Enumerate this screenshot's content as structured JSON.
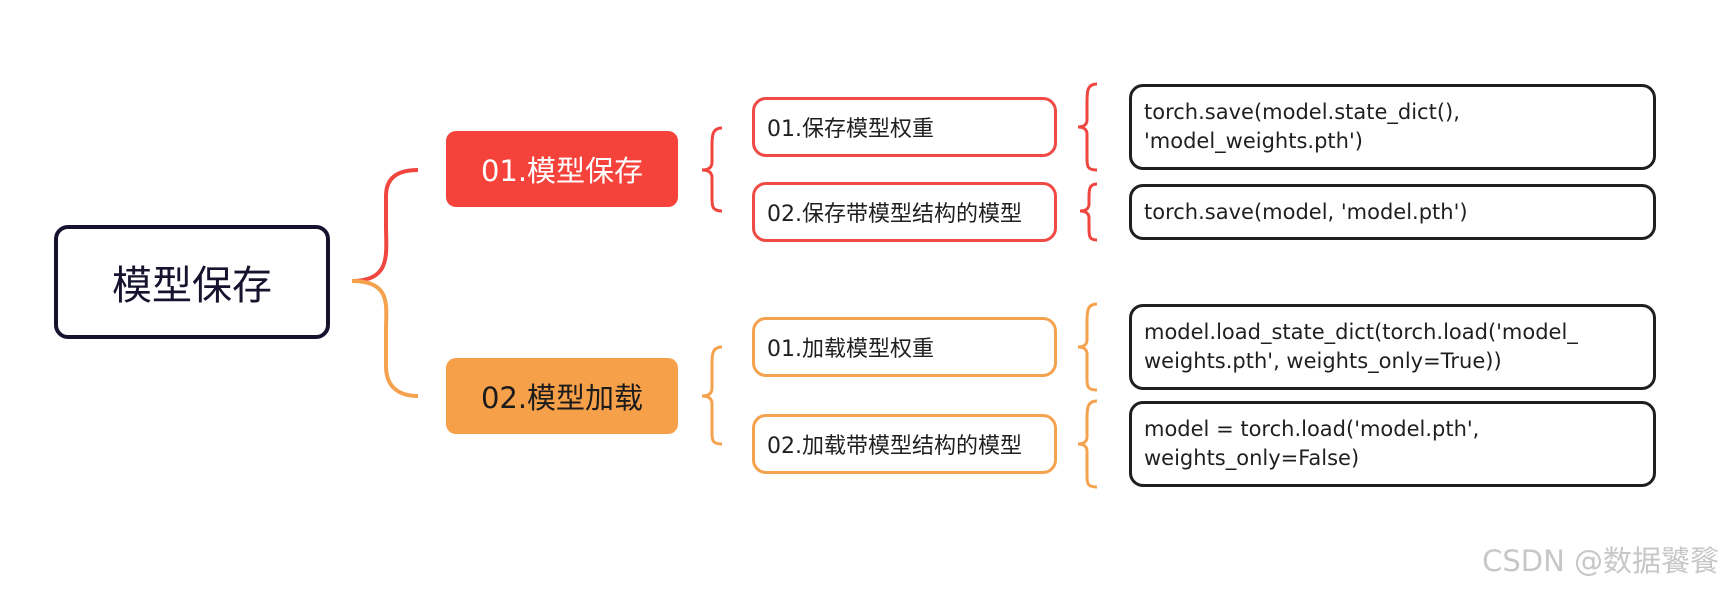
{
  "root": {
    "label": "模型保存"
  },
  "branches": [
    {
      "label": "01.模型保存",
      "color": "#f5433b",
      "items": [
        {
          "label": "01.保存模型权重",
          "code": "torch.save(model.state_dict(),\n'model_weights.pth')"
        },
        {
          "label": "02.保存带模型结构的模型",
          "code": "torch.save(model, 'model.pth')"
        }
      ]
    },
    {
      "label": "02.模型加载",
      "color": "#f6a04a",
      "items": [
        {
          "label": "01.加载模型权重",
          "code": "model.load_state_dict(torch.load('model_\nweights.pth', weights_only=True))"
        },
        {
          "label": "02.加载带模型结构的模型",
          "code": "model = torch.load('model.pth',\nweights_only=False)"
        }
      ]
    }
  ],
  "watermark": "CSDN @数据饕餮"
}
